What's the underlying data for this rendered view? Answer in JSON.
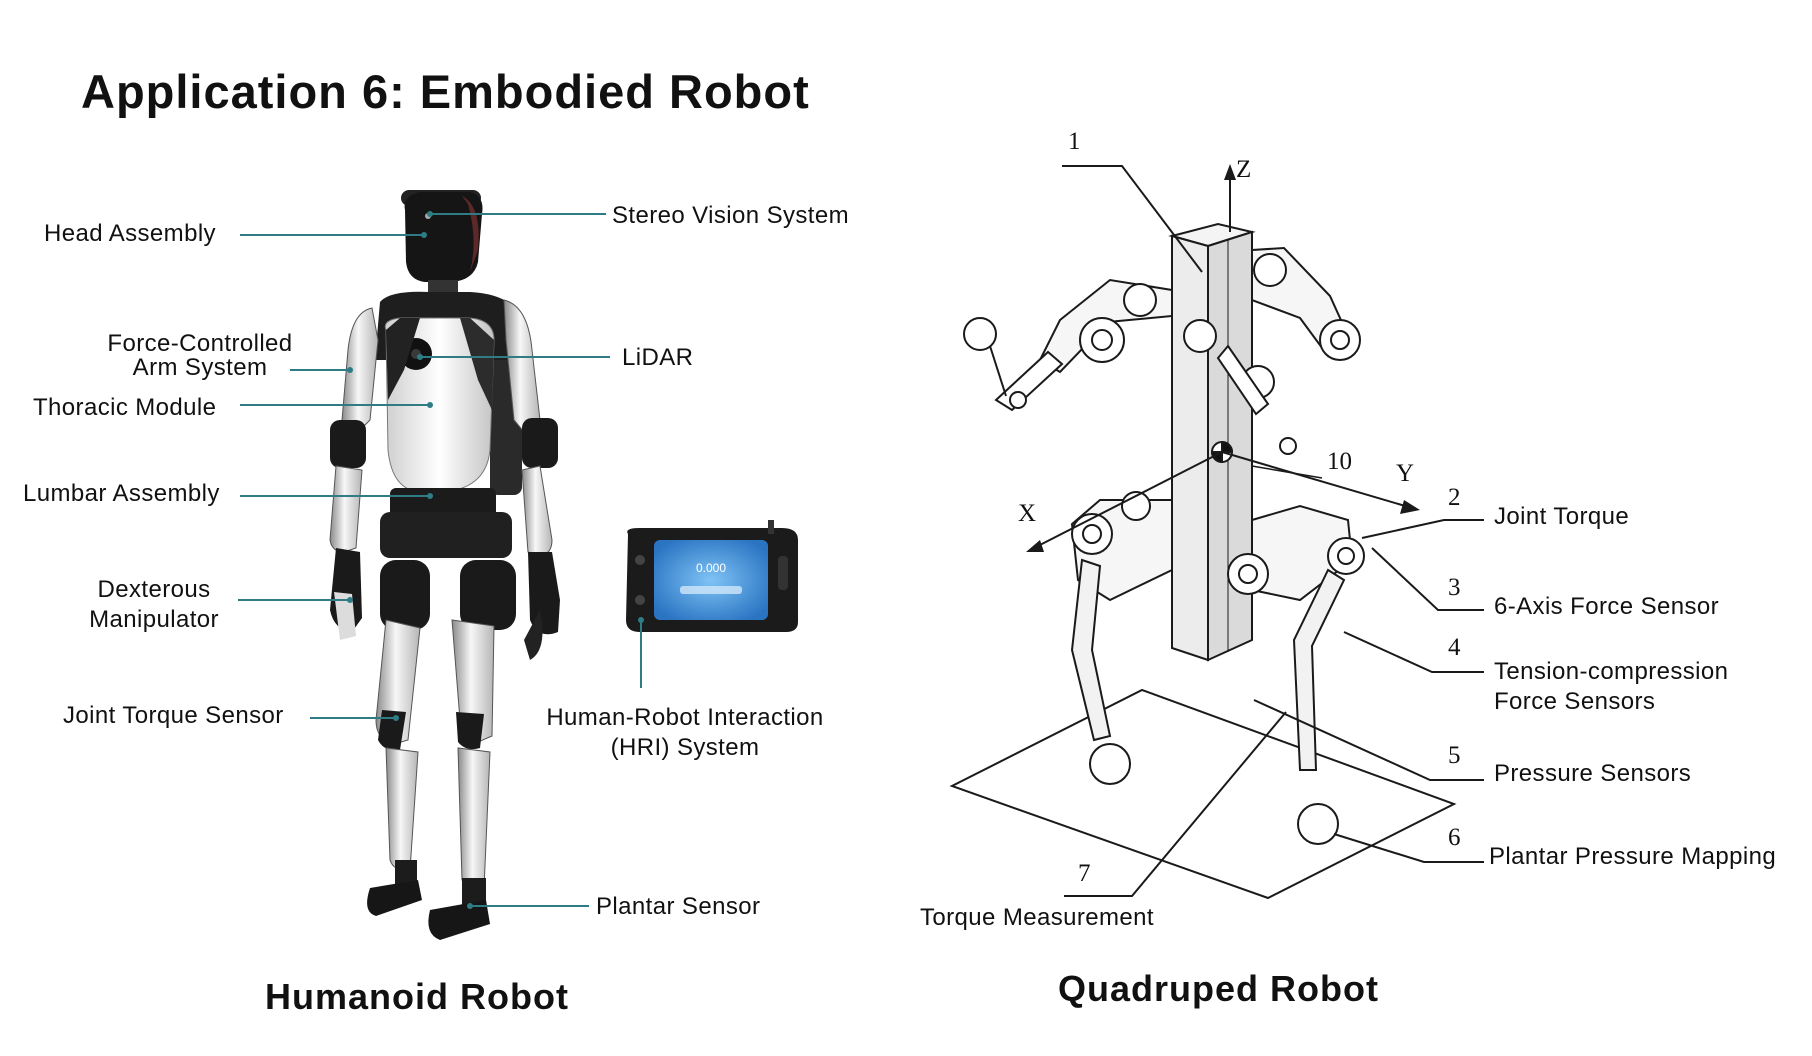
{
  "page_title": "Application 6: Embodied Robot",
  "humanoid": {
    "caption": "Humanoid Robot",
    "labels": {
      "head_assembly": "Head Assembly",
      "stereo_vision": "Stereo Vision System",
      "force_arm_1": "Force-Controlled",
      "force_arm_2": "Arm System",
      "lidar": "LiDAR",
      "thoracic": "Thoracic Module",
      "lumbar": "Lumbar Assembly",
      "dexterous_1": "Dexterous",
      "dexterous_2": "Manipulator",
      "joint_torque_sensor": "Joint Torque Sensor",
      "hri_1": "Human-Robot Interaction",
      "hri_2": "(HRI) System",
      "plantar_sensor": "Plantar Sensor"
    },
    "screen_text": "0.000"
  },
  "quadruped": {
    "caption": "Quadruped Robot",
    "axes": {
      "z": "Z",
      "y": "Y",
      "x": "X"
    },
    "numbers": {
      "n1": "1",
      "n2": "2",
      "n3": "3",
      "n4": "4",
      "n5": "5",
      "n6": "6",
      "n7": "7",
      "n10": "10"
    },
    "labels": {
      "joint_torque": "Joint Torque",
      "six_axis": "6-Axis Force Sensor",
      "tension_1": "Tension-compression",
      "tension_2": "Force Sensors",
      "pressure": "Pressure Sensors",
      "plantar_mapping": "Plantar Pressure Mapping",
      "torque_measurement": "Torque Measurement"
    }
  },
  "colors": {
    "leader": "#2e7d86",
    "robot_dark": "#1c1c1c",
    "robot_light": "#eeeeee",
    "screen": "#3a8fd8"
  }
}
